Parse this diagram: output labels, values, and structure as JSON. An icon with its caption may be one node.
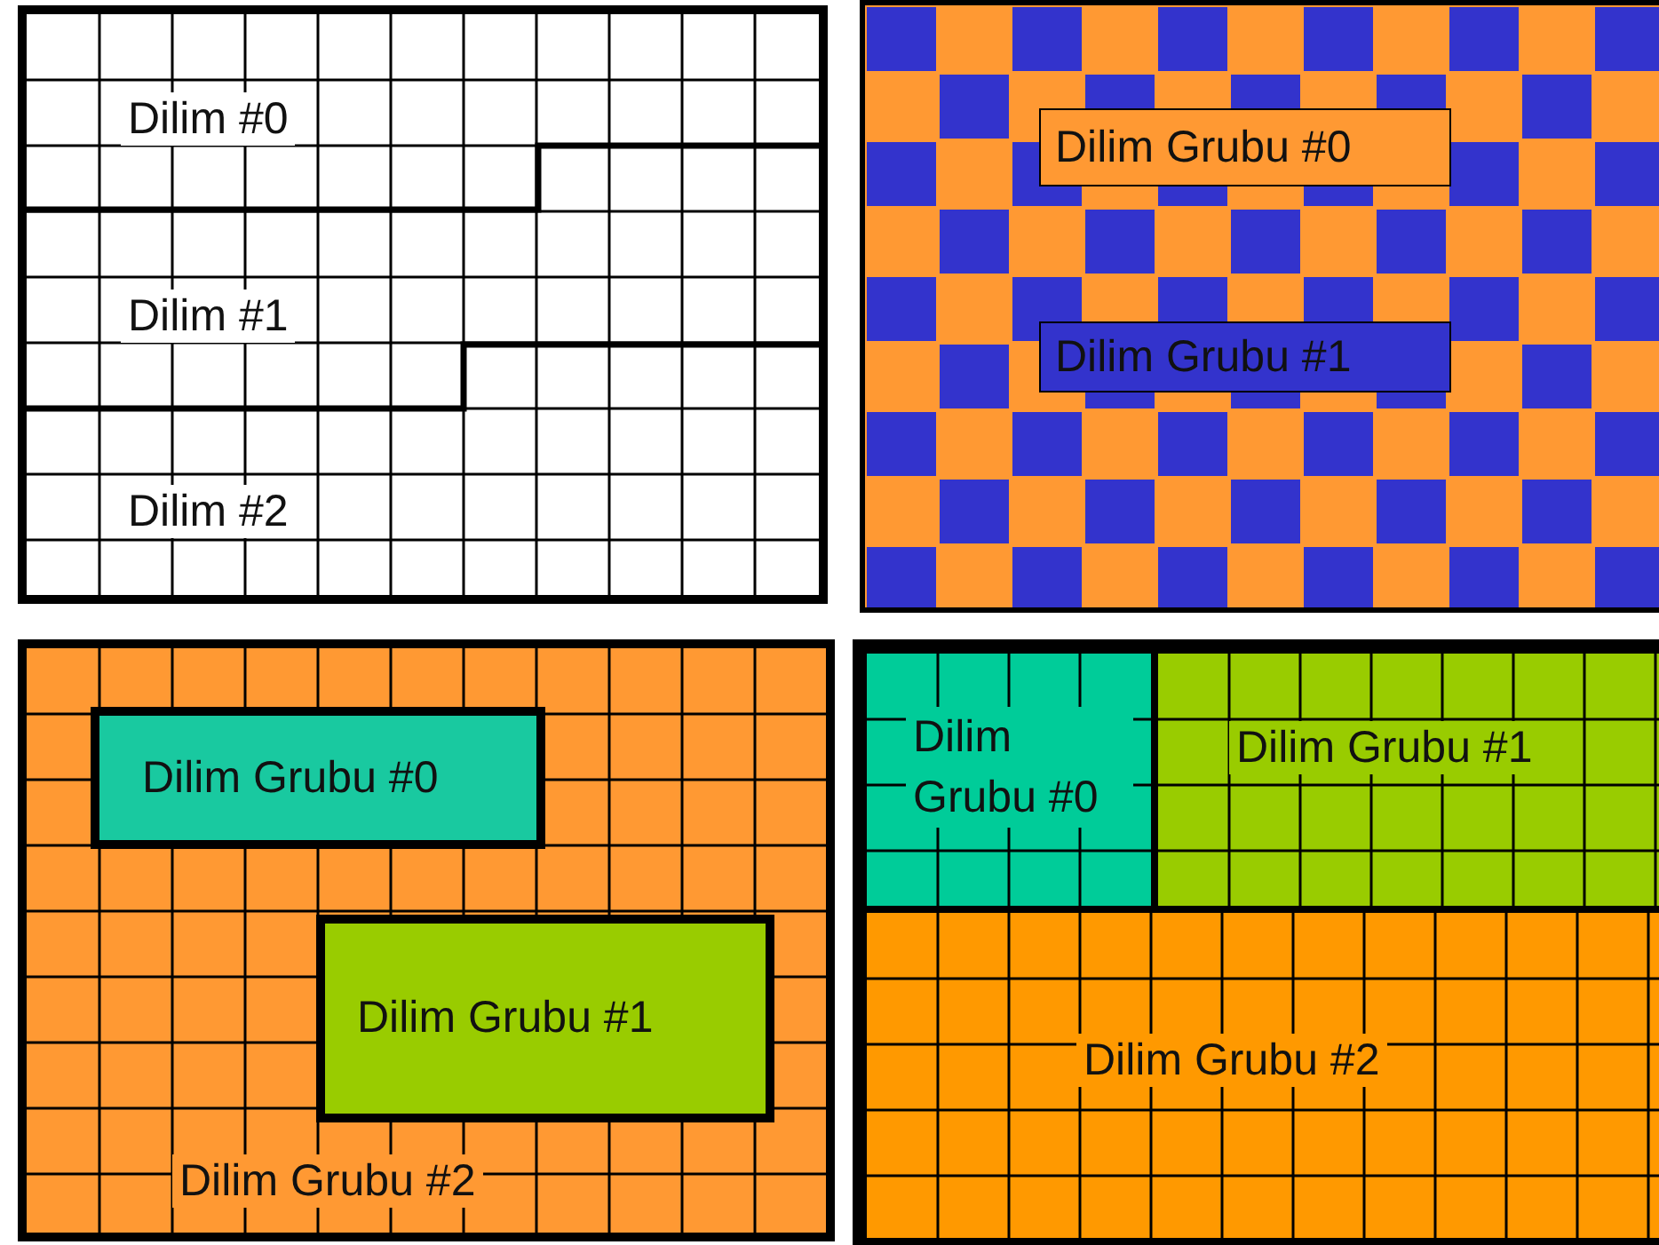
{
  "diagram": {
    "nodes": [
      {
        "text": [],
        "shape": "box"
      },
      {
        "text": [
          "Dilim #0"
        ],
        "in": 0
      },
      {
        "text": [
          "Dilim #1"
        ],
        "in": 0
      },
      {
        "text": [
          "Dilim #2"
        ],
        "in": 0
      },
      {
        "text": [],
        "shape": "box"
      },
      {
        "text": [
          "Dilim Grubu #0"
        ],
        "in": 4
      },
      {
        "text": [
          "Dilim Grubu #1"
        ],
        "in": 4
      },
      {
        "text": [
          "Dilim Grubu #2"
        ]
      },
      {
        "text": [
          "Dilim Grubu #0"
        ],
        "in": 7
      },
      {
        "text": [
          "Dilim Grubu #1"
        ],
        "in": 7
      },
      {
        "text": [],
        "shape": "box"
      },
      {
        "text": [
          "Dilim Grubu #0"
        ],
        "in": 10
      },
      {
        "text": [
          "Dilim Grubu #1"
        ],
        "in": 10
      },
      {
        "text": [
          "Dilim Grubu #2"
        ],
        "in": 10
      }
    ]
  }
}
